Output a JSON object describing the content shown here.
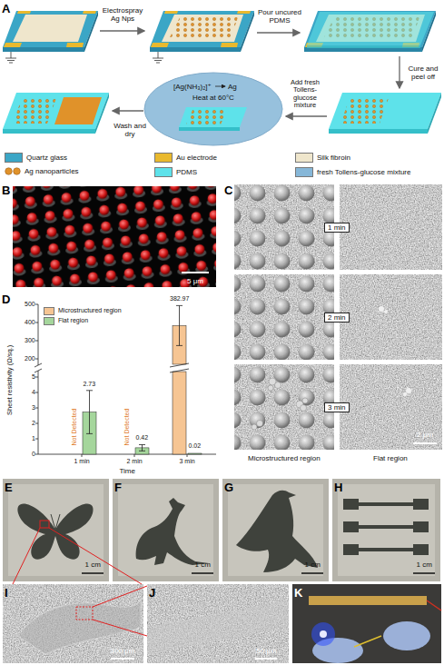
{
  "diagram": {
    "nodes": [
      {
        "text": [
          "A"
        ]
      },
      {
        "text": [
          "B"
        ]
      },
      {
        "text": [
          "C"
        ]
      },
      {
        "text": [
          "D"
        ]
      },
      {
        "text": [
          "E"
        ]
      },
      {
        "text": [
          "F"
        ]
      },
      {
        "text": [
          "G"
        ]
      },
      {
        "text": [
          "H"
        ]
      },
      {
        "text": [
          "I"
        ]
      },
      {
        "text": [
          "J"
        ]
      },
      {
        "text": [
          "K"
        ]
      }
    ],
    "labels": [
      "Electrospray Ag Nps",
      "Pour uncured PDMS",
      "Cure and peel off",
      "Add fresh Tollens-glucose mixture",
      "Heat at 60°C",
      "Wash and dry",
      "[Ag(NH₃)₂]⁺",
      "Ag",
      "5 μm",
      "1 min",
      "2 min",
      "3 min",
      "Microstructured region",
      "Flat region",
      "2 μm",
      "Sheet resistivity (Ω/sq.)",
      "Time",
      "0",
      "1",
      "2",
      "3",
      "4",
      "5",
      "200",
      "300",
      "400",
      "500",
      "1 min",
      "2 min",
      "3 min",
      "2.73",
      "0.42",
      "382.97",
      "0.02",
      "Not Detected",
      "Not Detected",
      "1 cm",
      "1 cm",
      "1 cm",
      "1 cm",
      "300 μm",
      "50 μm"
    ],
    "legend": [
      {
        "text": "Quartz glass",
        "color": "#3ba6c6"
      },
      {
        "text": "Au electrode",
        "color": "#e9b92e"
      },
      {
        "text": "Silk fibroin",
        "color": "#efe6cc"
      },
      {
        "text": "Ag nanoparticles"
      },
      {
        "text": "PDMS",
        "color": "#5ee2ea"
      },
      {
        "text": "fresh Tollens-glucose mixture",
        "color": "#86b7d8"
      },
      {
        "text": "Microstructured region",
        "color": "#f6c593"
      },
      {
        "text": "Flat region",
        "color": "#a5d69c"
      }
    ]
  }
}
